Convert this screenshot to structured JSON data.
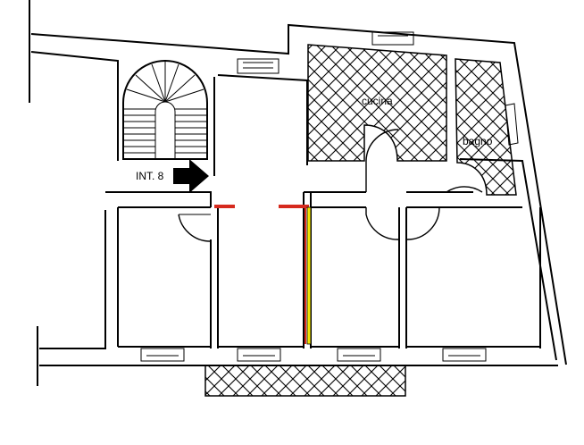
{
  "rooms": {
    "kitchen": "cucina",
    "bathroom": "bagno"
  },
  "entrance": {
    "label": "INT. 8"
  },
  "colors": {
    "wall": "#000000",
    "hatch": "#000000",
    "demolition": "#d62a1e",
    "new_partition": "#f2e600",
    "background": "#ffffff"
  },
  "icons": {
    "entrance_arrow": "arrow-right-icon",
    "stair": "spiral-stair-icon"
  }
}
